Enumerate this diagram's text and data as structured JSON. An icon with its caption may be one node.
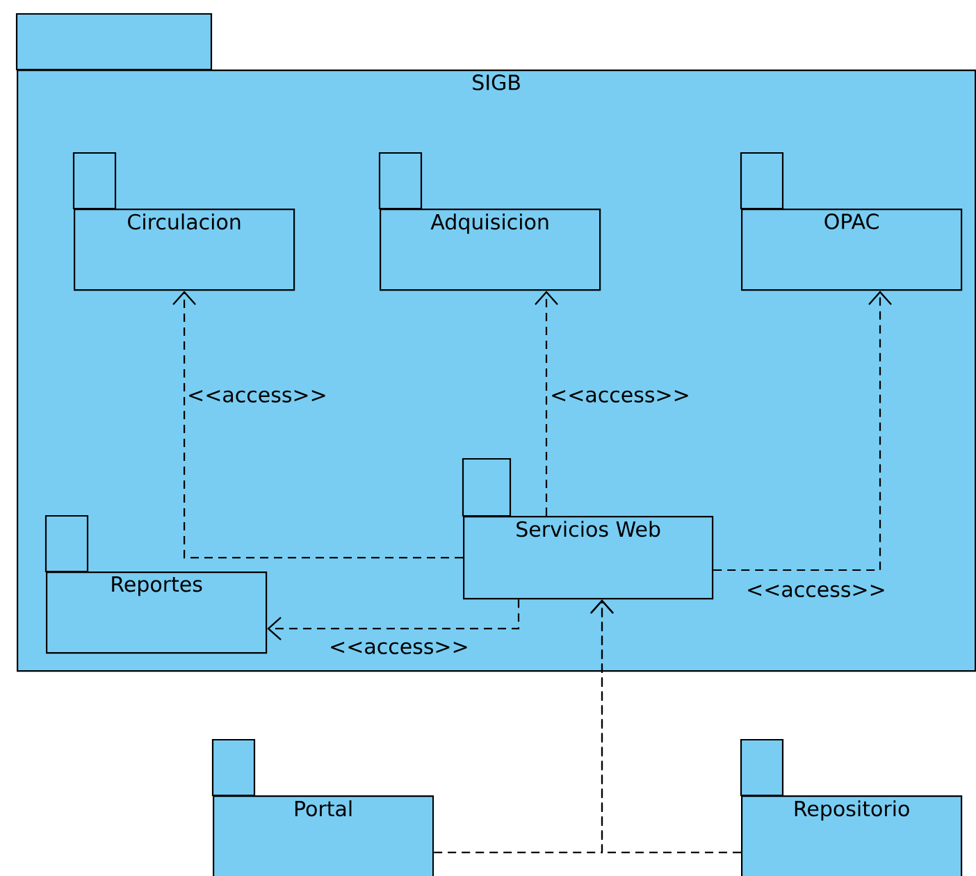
{
  "diagram": {
    "nodes": [
      {
        "text": [
          "SIGB"
        ]
      },
      {
        "text": [
          "Circulacion"
        ],
        "in": 0
      },
      {
        "text": [
          "Adquisicion"
        ],
        "in": 0
      },
      {
        "text": [
          "OPAC"
        ],
        "in": 0
      },
      {
        "text": [
          "Servicios Web"
        ],
        "in": 0
      },
      {
        "text": [
          "Reportes"
        ],
        "in": 0
      },
      {
        "text": [
          "Portal"
        ]
      },
      {
        "text": [
          "Repositorio"
        ]
      }
    ],
    "edges": [
      {
        "from": 4,
        "to": 1,
        "arrow": "to",
        "style": "dashed",
        "label": "<<access>>"
      },
      {
        "from": 4,
        "to": 2,
        "arrow": "to",
        "style": "dashed",
        "label": "<<access>>"
      },
      {
        "from": 4,
        "to": 3,
        "arrow": "to",
        "style": "dashed",
        "label": "<<access>>"
      },
      {
        "from": 4,
        "to": 5,
        "arrow": "to",
        "style": "dashed",
        "label": "<<access>>"
      },
      {
        "from": 6,
        "to": 4,
        "arrow": "to",
        "style": "dashed"
      },
      {
        "from": 7,
        "to": 4,
        "arrow": "to",
        "style": "dashed"
      }
    ]
  }
}
